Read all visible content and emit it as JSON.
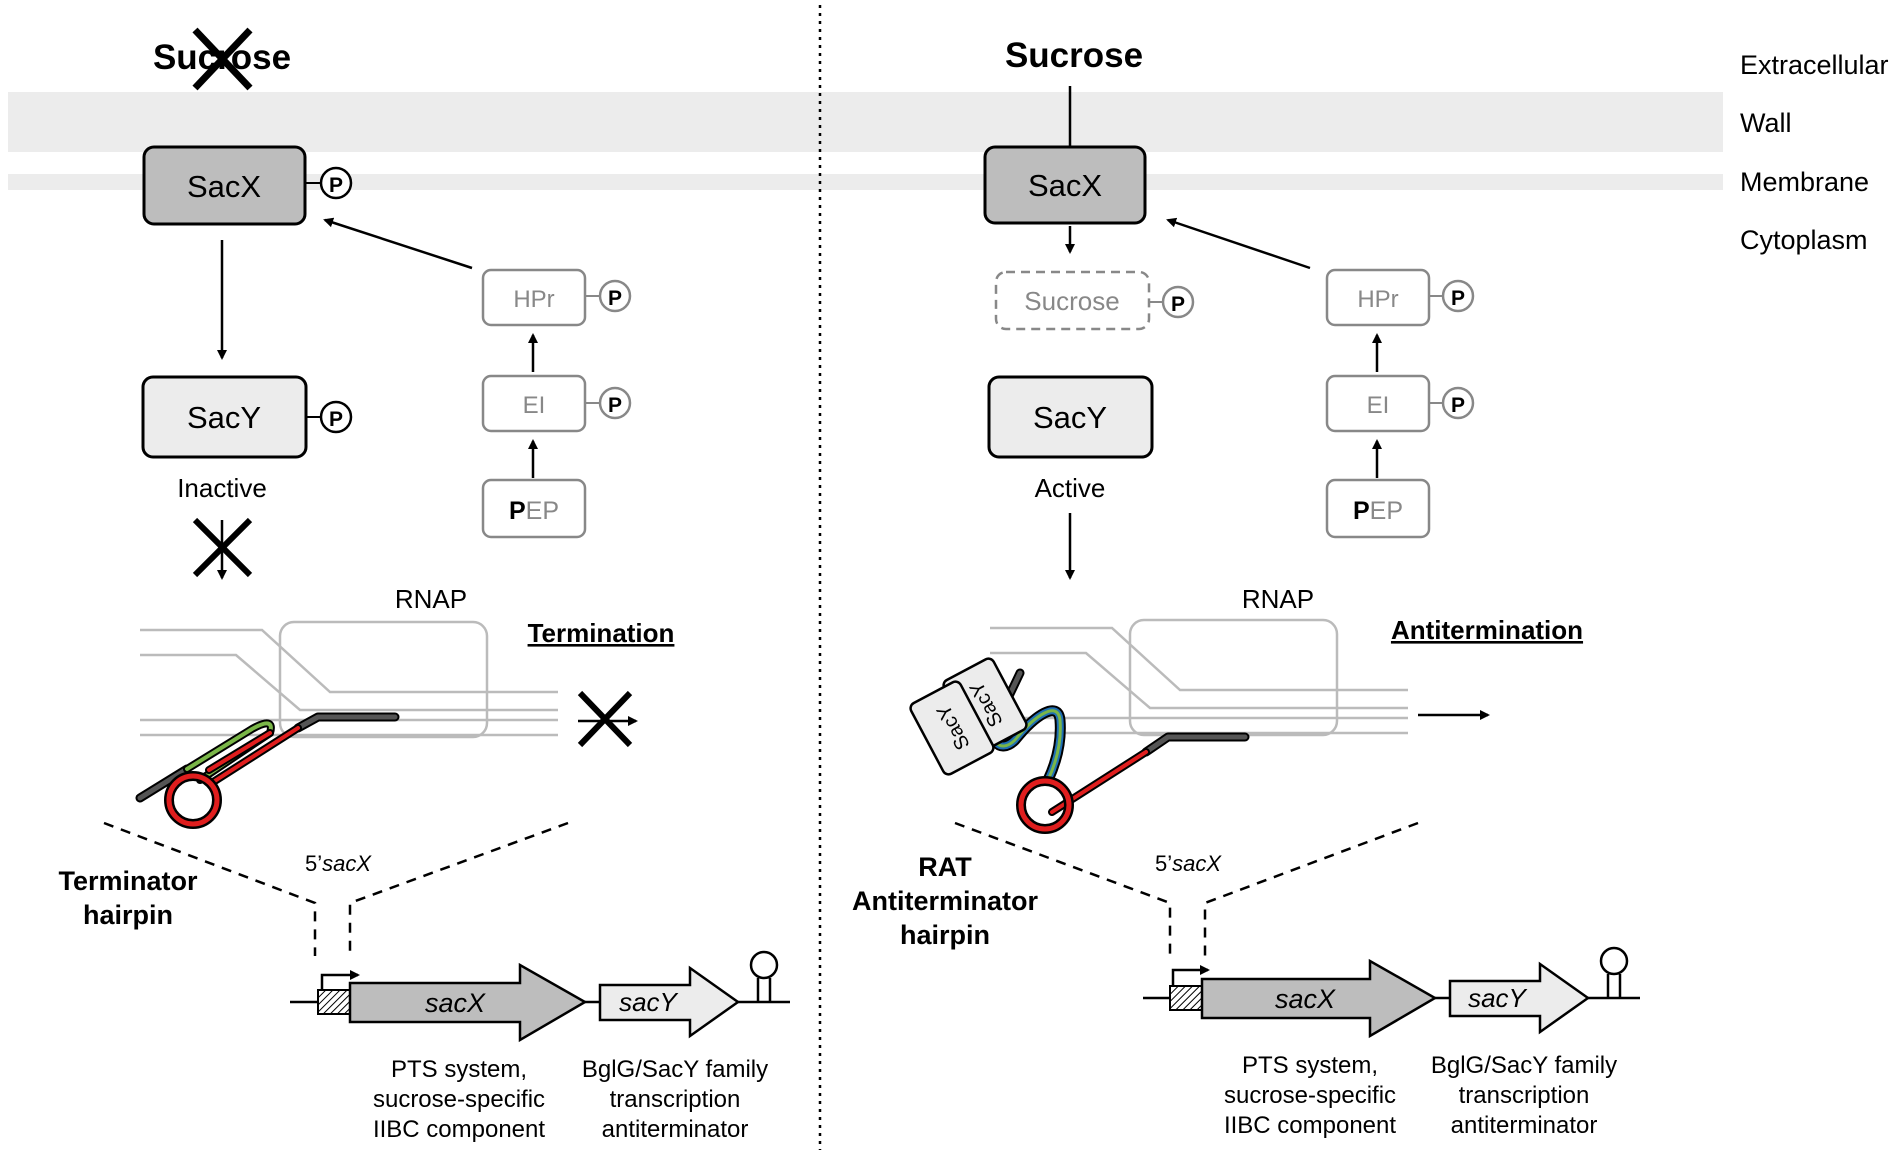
{
  "left": {
    "sucrose": "Sucrose",
    "sacx": "SacX",
    "sacy": "SacY",
    "state": "Inactive",
    "hpr": "HPr",
    "ei": "EI",
    "pep_bold": "P",
    "pep_rest": "EP",
    "rnap": "RNAP",
    "process": "Termination",
    "hairpin_line1": "Terminator",
    "hairpin_line2": "hairpin",
    "leader_prefix": "5’",
    "leader_gene": "sacX",
    "gene1": "sacX",
    "gene2": "sacY",
    "desc1": [
      "PTS system,",
      "sucrose-specific",
      "IIBC component"
    ],
    "desc2": [
      "BglG/SacY family",
      "transcription",
      "antiterminator"
    ]
  },
  "right": {
    "sucrose": "Sucrose",
    "sacx": "SacX",
    "sucrose_p": "Sucrose",
    "sacy": "SacY",
    "state": "Active",
    "hpr": "HPr",
    "ei": "EI",
    "pep_bold": "P",
    "pep_rest": "EP",
    "rnap": "RNAP",
    "process": "Antitermination",
    "dimer": "SacY",
    "rat": "RAT",
    "hairpin_line1": "Antiterminator",
    "hairpin_line2": "hairpin",
    "leader_prefix": "5’",
    "leader_gene": "sacX",
    "gene1": "sacX",
    "gene2": "sacY",
    "desc1": [
      "PTS system,",
      "sucrose-specific",
      "IIBC component"
    ],
    "desc2": [
      "BglG/SacY family",
      "transcription",
      "antiterminator"
    ]
  },
  "compartments": [
    "Extracellular",
    "Wall",
    "Membrane",
    "Cytoplasm"
  ],
  "phospho": "P",
  "colors": {
    "terminator": "#e01e1e",
    "rat": "#7ab648",
    "antiterminator": "#1f6fb4",
    "protein_fill": "#bdbdbd",
    "light_fill": "#ececec",
    "faded": "#9a9a9a"
  }
}
